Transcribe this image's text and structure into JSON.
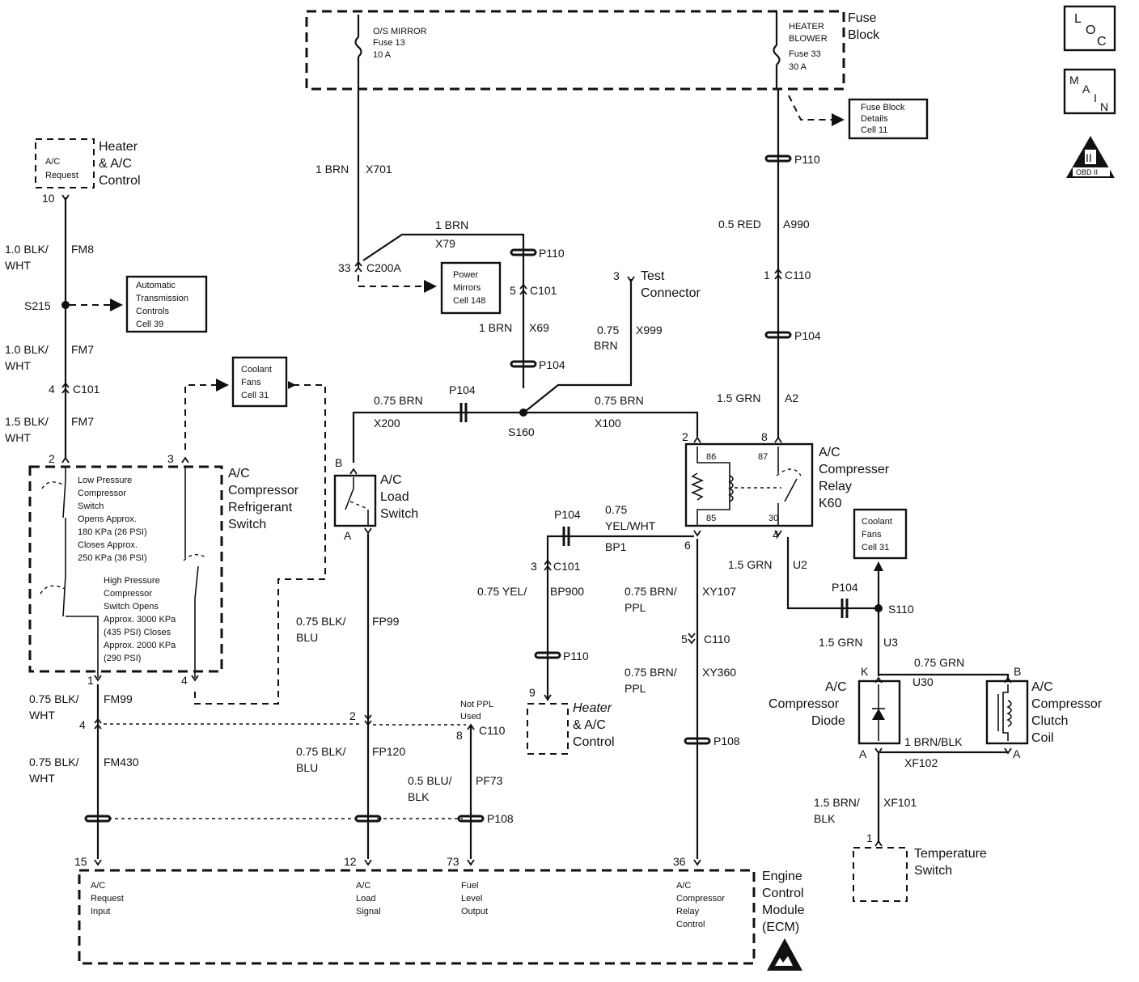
{
  "colors": {
    "ink": "#111111",
    "paper": "#ffffff"
  },
  "icons": {
    "loc": "loc-icon",
    "main": "main-icon",
    "obd": "obd-ii-icon",
    "esd": "esd-warning-icon"
  },
  "badges": {
    "loc": [
      "L",
      "O",
      "C"
    ],
    "main": [
      "M",
      "A",
      "I",
      "N"
    ],
    "obd_top": "II",
    "obd_bottom": "OBD II"
  },
  "fuse_block": {
    "title": [
      "Fuse",
      "Block"
    ],
    "fuse13": [
      "O/S MIRROR",
      "Fuse 13",
      "10 A"
    ],
    "fuse33": [
      "HEATER",
      "BLOWER",
      "Fuse 33",
      "30 A"
    ]
  },
  "refs": {
    "fuse_block_details": [
      "Fuse Block",
      "Details",
      "Cell 11"
    ],
    "power_mirrors": [
      "Power",
      "Mirrors",
      "Cell 148"
    ],
    "trans_controls": [
      "Automatic",
      "Transmission",
      "Controls",
      "Cell 39"
    ],
    "coolant_fans_1": [
      "Coolant",
      "Fans",
      "Cell 31"
    ],
    "coolant_fans_2": [
      "Coolant",
      "Fans",
      "Cell 31"
    ]
  },
  "components": {
    "heater_ac_top": {
      "inner": [
        "A/C",
        "Request"
      ],
      "title": [
        "Heater",
        "& A/C",
        "Control"
      ],
      "pin": "10"
    },
    "heater_ac_mid": {
      "title": [
        "Heater",
        "& A/C",
        "Control"
      ],
      "pin": "9"
    },
    "ac_refrig_switch": {
      "title": [
        "A/C",
        "Compressor",
        "Refrigerant",
        "Switch"
      ],
      "low": [
        "Low Pressure",
        "Compressor",
        "Switch",
        "Opens Approx.",
        "180 KPa (26 PSI)",
        "Closes Approx.",
        "250 KPa (36 PSI)"
      ],
      "high": [
        "High Pressure",
        "Compressor",
        "Switch Opens",
        "Approx. 3000 KPa",
        "(435 PSI) Closes",
        "Approx. 2000 KPa",
        "(290 PSI)"
      ],
      "pins": [
        "2",
        "3",
        "1",
        "4"
      ]
    },
    "ac_load_switch": {
      "title": [
        "A/C",
        "Load",
        "Switch"
      ],
      "pins": [
        "B",
        "A"
      ]
    },
    "relay": {
      "title": [
        "A/C",
        "Compresser",
        "Relay",
        "K60"
      ],
      "pins": [
        "2",
        "8",
        "6",
        "4"
      ],
      "inner": [
        "86",
        "85",
        "87",
        "30"
      ]
    },
    "diode": {
      "title": [
        "A/C",
        "Compressor",
        "Diode"
      ],
      "pins": [
        "K",
        "A"
      ]
    },
    "clutch": {
      "title": [
        "A/C",
        "Compressor",
        "Clutch",
        "Coil"
      ],
      "pins": [
        "B",
        "A"
      ]
    },
    "temp_switch": {
      "title": [
        "Temperature",
        "Switch"
      ],
      "pin": "1"
    },
    "test_connector": {
      "pin": "3",
      "title": [
        "Test",
        "Connector"
      ]
    },
    "ecm": {
      "title": [
        "Engine",
        "Control",
        "Module",
        "(ECM)"
      ],
      "pins": [
        "15",
        "12",
        "73",
        "36"
      ],
      "p15": [
        "A/C",
        "Request",
        "Input"
      ],
      "p12": [
        "A/C",
        "Load",
        "Signal"
      ],
      "p73": [
        "Fuel",
        "Level",
        "Output"
      ],
      "p36": [
        "A/C",
        "Compressor",
        "Relay",
        "Control"
      ]
    }
  },
  "wires": {
    "x701": [
      "1 BRN",
      "X701"
    ],
    "x79": [
      "1 BRN",
      "X79"
    ],
    "x69": [
      "1 BRN",
      "X69"
    ],
    "x999": [
      "0.75",
      "X999",
      "BRN"
    ],
    "x200": [
      "0.75 BRN",
      "X200"
    ],
    "x100": [
      "0.75 BRN",
      "X100"
    ],
    "a990": [
      "0.5 RED",
      "A990"
    ],
    "a2": [
      "1.5 GRN",
      "A2"
    ],
    "bp1": [
      "0.75",
      "YEL/WHT",
      "BP1"
    ],
    "bp900": [
      "0.75 YEL/",
      "BP900"
    ],
    "xy107": [
      "0.75 BRN/",
      "XY107",
      "PPL"
    ],
    "xy360": [
      "0.75 BRN/",
      "XY360",
      "PPL"
    ],
    "u2": [
      "1.5 GRN",
      "U2"
    ],
    "u3": [
      "1.5 GRN",
      "U3"
    ],
    "u30": [
      "0.75 GRN",
      "U30"
    ],
    "xf102": [
      "1 BRN/BLK",
      "XF102"
    ],
    "xf101": [
      "1.5 BRN/",
      "XF101",
      "BLK"
    ],
    "fm8": [
      "1.0 BLK/",
      "FM8",
      "WHT"
    ],
    "fm7a": [
      "1.0 BLK/",
      "FM7",
      "WHT"
    ],
    "fm7b": [
      "1.5 BLK/",
      "FM7",
      "WHT"
    ],
    "fm99": [
      "0.75 BLK/",
      "FM99",
      "WHT"
    ],
    "fm430": [
      "0.75 BLK/",
      "FM430",
      "WHT"
    ],
    "fp99": [
      "0.75 BLK/",
      "FP99",
      "BLU"
    ],
    "fp120": [
      "0.75 BLK/",
      "FP120",
      "BLU"
    ],
    "pf73": [
      "0.5 BLU/",
      "PF73",
      "BLK"
    ]
  },
  "connectors": {
    "c200a": {
      "pin": "33",
      "name": "C200A"
    },
    "c101_top": {
      "pin": "5",
      "name": "C101"
    },
    "c101_left": {
      "pin": "4",
      "name": "C101"
    },
    "c101_mid": {
      "pin": "3",
      "name": "C101"
    },
    "c110_top": {
      "pin": "1",
      "name": "C110"
    },
    "c110_mid": {
      "pin": "5",
      "name": "C110"
    },
    "c110_low": {
      "pin": "8",
      "name": "C110",
      "note": [
        "Not PPL",
        "Used"
      ]
    },
    "c_pin4_fm99": "4",
    "c_pin2_fp": "2",
    "p110_a": "P110",
    "p110_b": "P110",
    "p110_c": "P110",
    "p104_a": "P104",
    "p104_b": "P104",
    "p104_c": "P104",
    "p104_d": "P104",
    "p104_e": "P104",
    "p108_a": "P108",
    "p108_b": "P108"
  },
  "splices": {
    "s215": "S215",
    "s160": "S160",
    "s110": "S110"
  }
}
